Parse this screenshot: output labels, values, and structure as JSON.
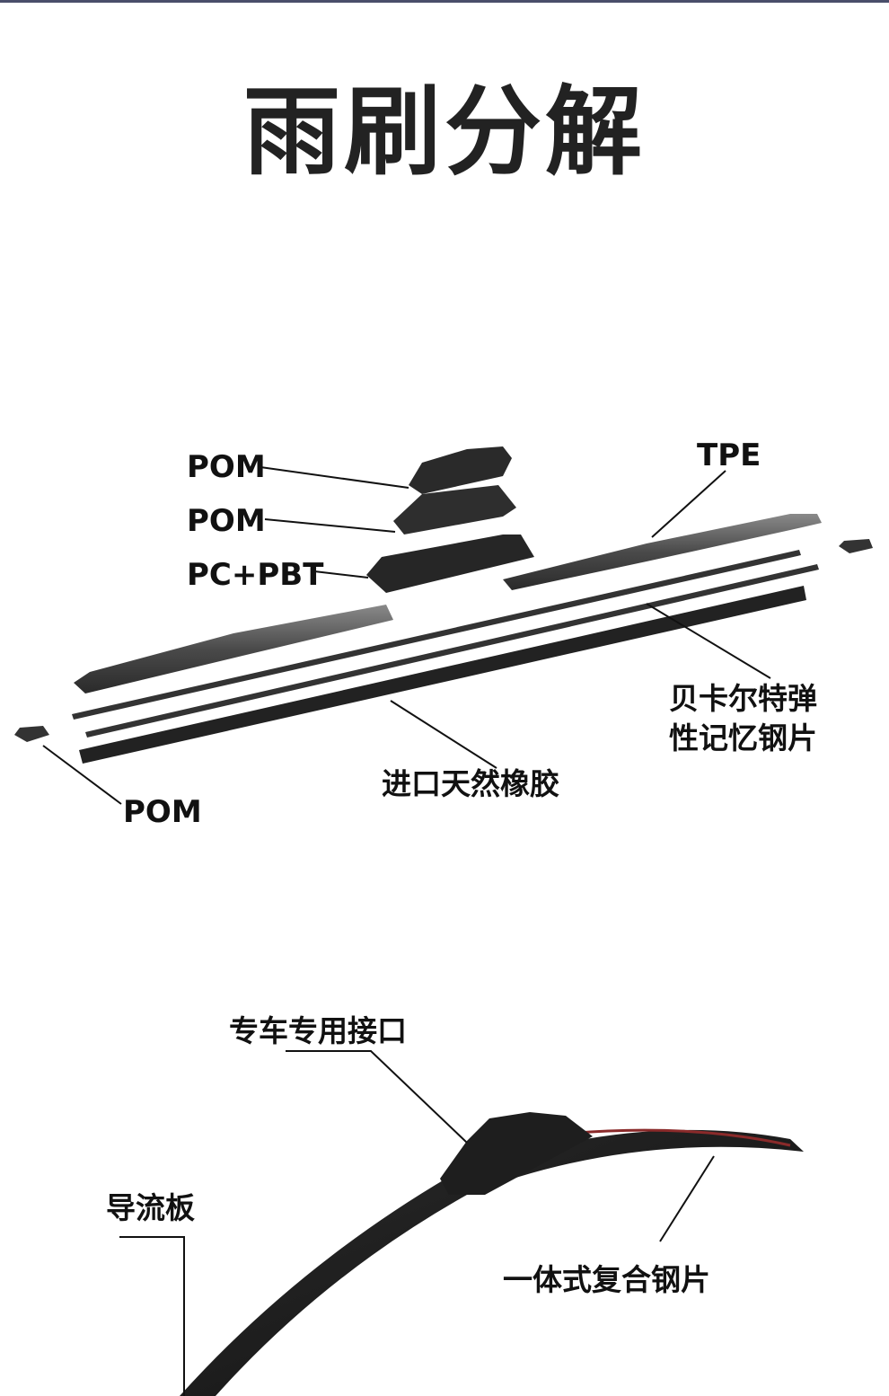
{
  "title": "雨刷分解",
  "exploded_view": {
    "labels": {
      "pom_top": "POM",
      "pom_middle": "POM",
      "pc_pbt": "PC+PBT",
      "tpe": "TPE",
      "steel_line1": "贝卡尔特弹",
      "steel_line2": "性记忆钢片",
      "rubber": "进口天然橡胶",
      "pom_endcap": "POM"
    }
  },
  "assembled_view": {
    "labels": {
      "connector": "专车专用接口",
      "spoiler": "导流板",
      "composite_steel": "一体式复合钢片"
    }
  },
  "colors": {
    "part": "#3a3a3a",
    "top_bar": "#4a4e6a",
    "text": "#111111"
  }
}
